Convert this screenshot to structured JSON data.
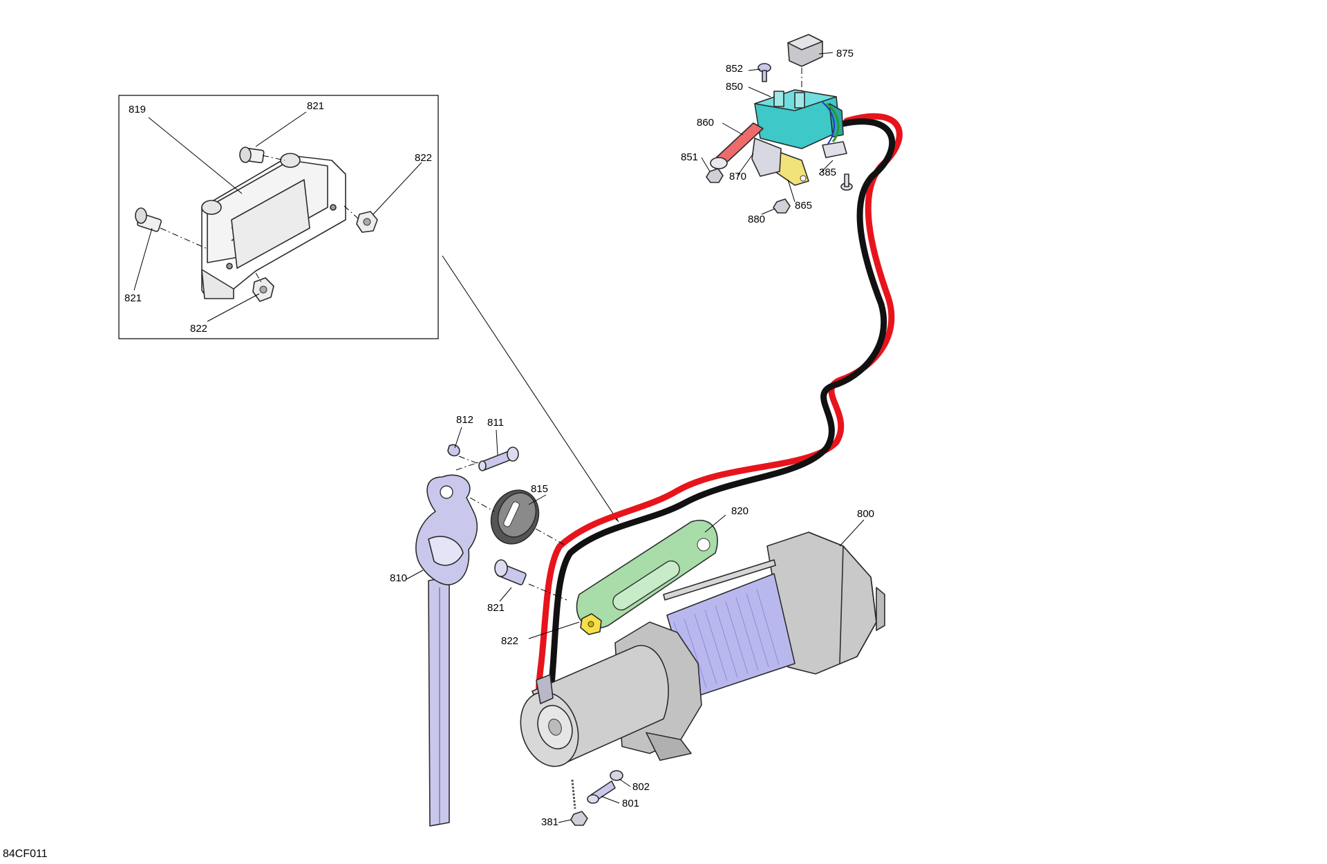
{
  "diagram_id": "84CF011",
  "colors": {
    "cable_red": "#e8141c",
    "cable_black": "#111111",
    "contactor": "#3ec8c8",
    "fairlead_highlight": "#a8dca8",
    "hook": "#c9c8ec",
    "drum_cable": "#b9b8ee",
    "motor_grey": "#cfcfcf",
    "strap": "#f2e27a"
  },
  "inset": {
    "labels": [
      "819",
      "821",
      "822",
      "821",
      "822"
    ]
  },
  "labels": {
    "l875": "875",
    "l852": "852",
    "l850": "850",
    "l860": "860",
    "l851": "851",
    "l870": "870",
    "l385": "385",
    "l865": "865",
    "l880": "880",
    "l812": "812",
    "l811": "811",
    "l815": "815",
    "l820": "820",
    "l800": "800",
    "l810": "810",
    "l821": "821",
    "l822": "822",
    "l802": "802",
    "l801": "801",
    "l381": "381"
  }
}
